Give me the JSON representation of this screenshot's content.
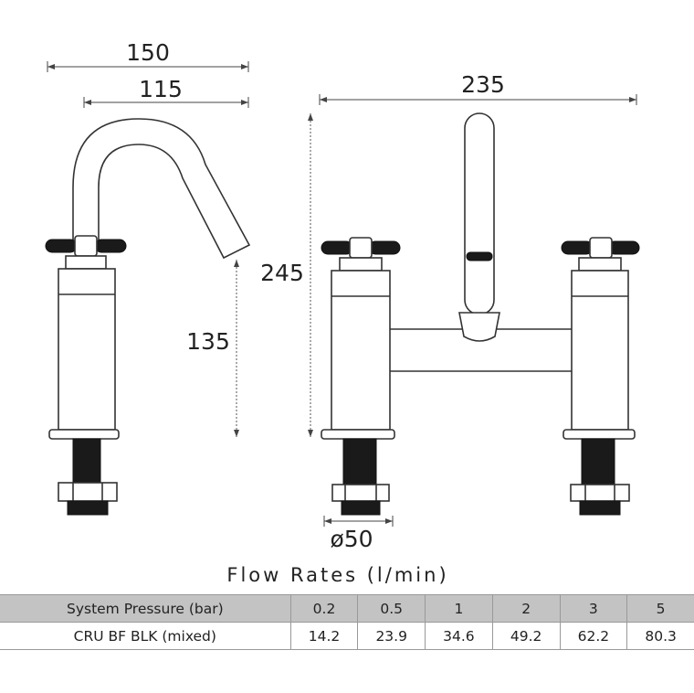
{
  "dimensions": {
    "spout_reach_overall": "150",
    "spout_reach": "115",
    "handle_height": "135",
    "overall_width": "235",
    "overall_height": "245",
    "base_diameter": "ø50"
  },
  "flow_rates": {
    "title": "Flow Rates (l/min)",
    "header_label": "System Pressure (bar)",
    "pressures": [
      "0.2",
      "0.5",
      "1",
      "2",
      "3",
      "5"
    ],
    "row_label": "CRU BF BLK (mixed)",
    "flows": [
      "14.2",
      "23.9",
      "34.6",
      "49.2",
      "62.2",
      "80.3"
    ]
  }
}
